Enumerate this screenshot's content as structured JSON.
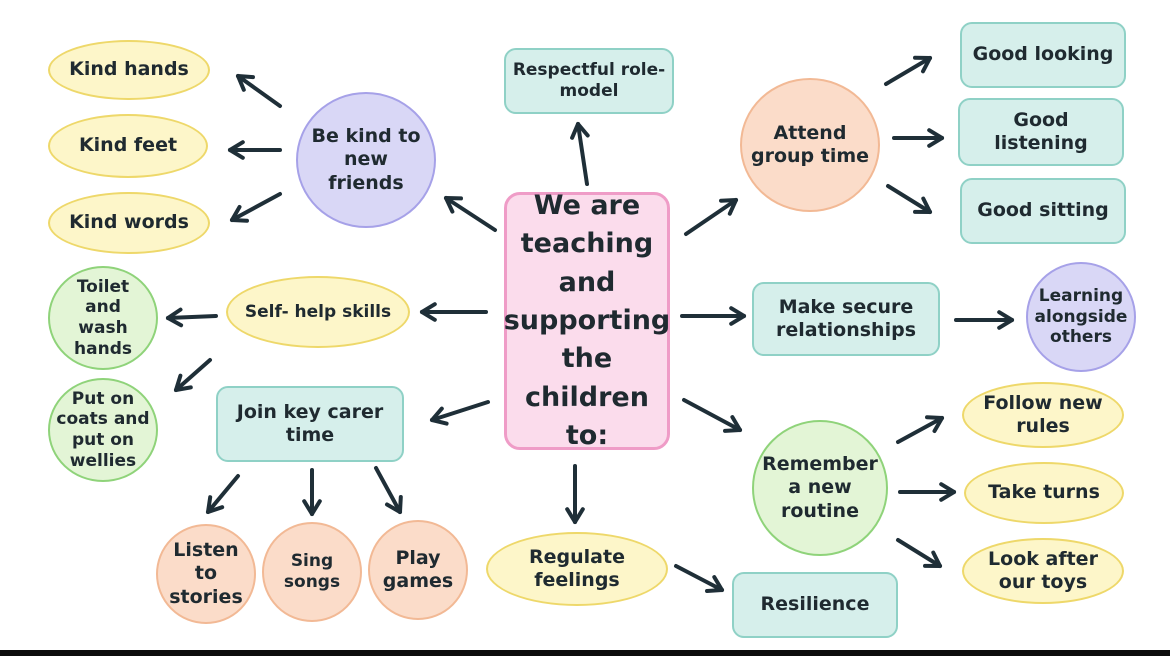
{
  "center": {
    "text": "We are\nteaching\nand\nsupporting\nthe children\nto:"
  },
  "branches": {
    "be_kind": "Be kind to\nnew\nfriends",
    "kind_hands": "Kind hands",
    "kind_feet": "Kind feet",
    "kind_words": "Kind words",
    "role_model": "Respectful role-\nmodel",
    "attend_group": "Attend\ngroup time",
    "good_looking": "Good looking",
    "good_listening": "Good listening",
    "good_sitting": "Good sitting",
    "self_help": "Self- help skills",
    "toilet": "Toilet\nand\nwash\nhands",
    "coats": "Put on\ncoats and\nput on\nwellies",
    "secure_relationships": "Make secure\nrelationships",
    "learning_alongside": "Learning\nalongside\nothers",
    "key_carer": "Join key carer\ntime",
    "listen_stories": "Listen\nto\nstories",
    "sing_songs": "Sing\nsongs",
    "play_games": "Play\ngames",
    "regulate": "Regulate\nfeelings",
    "resilience": "Resilience",
    "remember_routine": "Remember\na new\nroutine",
    "follow_rules": "Follow new\nrules",
    "take_turns": "Take turns",
    "look_after_toys": "Look after\nour toys"
  },
  "colors": {
    "yellow": "#fdf6c9",
    "teal": "#d6efeb",
    "purple": "#d9d7f6",
    "peach": "#fbdcc9",
    "green": "#e3f5d6",
    "pink": "#fbdcec",
    "arrow": "#1f2f38"
  }
}
